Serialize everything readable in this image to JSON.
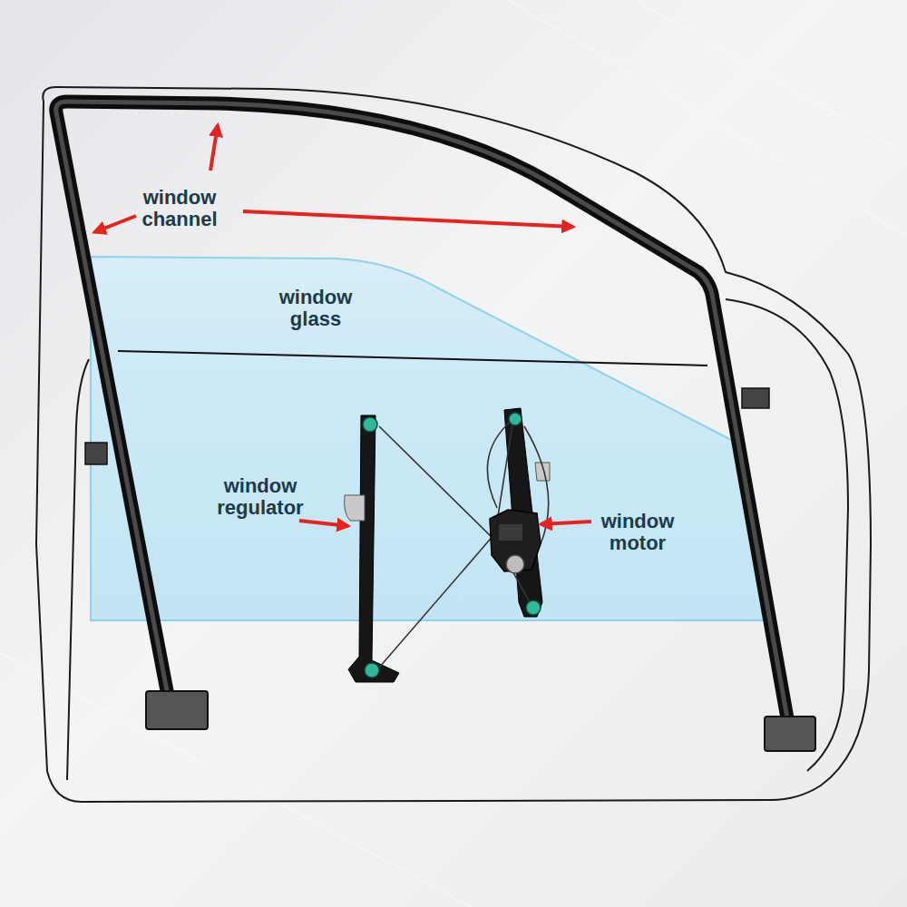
{
  "diagram": {
    "labels": [
      "window channel",
      "window glass",
      "window regulator",
      "window motor"
    ]
  }
}
